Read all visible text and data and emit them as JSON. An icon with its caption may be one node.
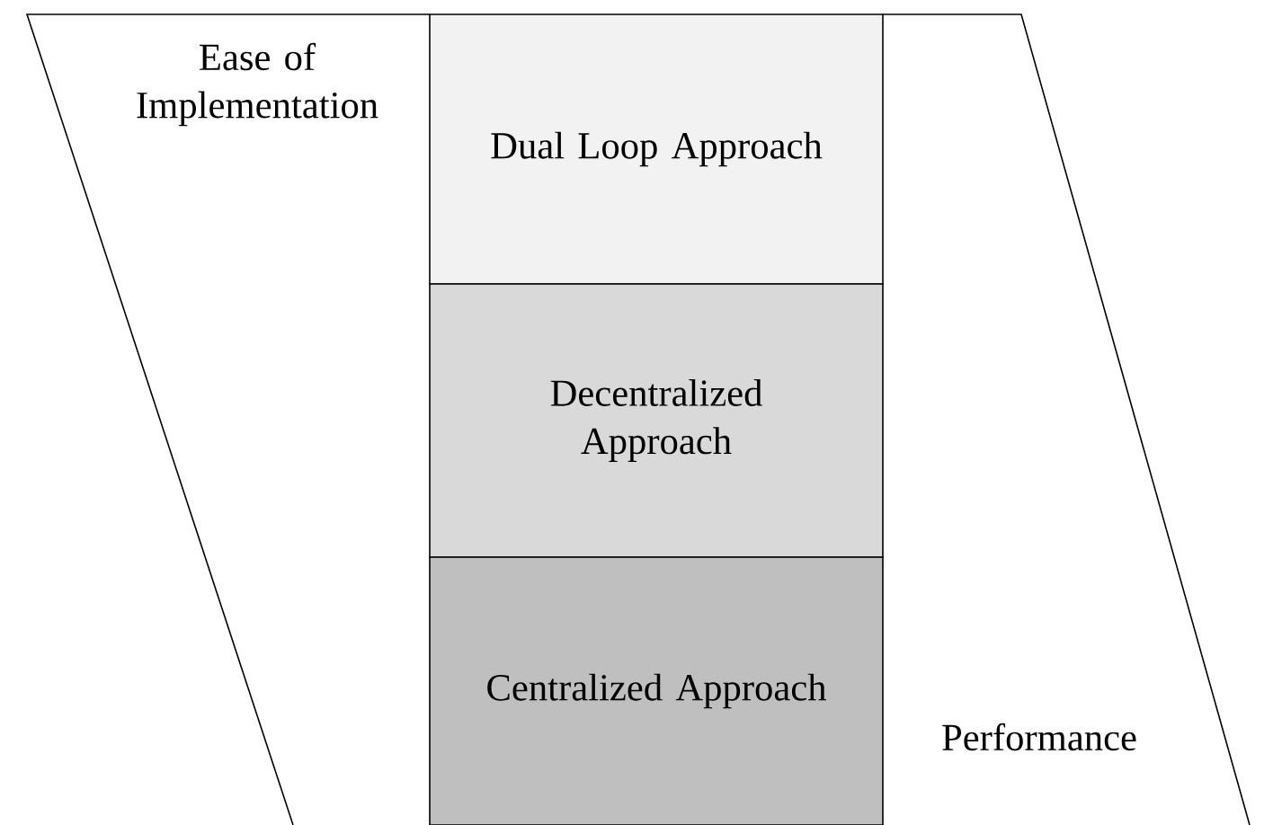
{
  "diagram": {
    "nodes": [
      {
        "text": [
          "Ease of Implementation"
        ]
      },
      {
        "text": [
          "Dual Loop Approach"
        ]
      },
      {
        "text": [
          "Decentralized Approach"
        ]
      },
      {
        "text": [
          "Centralized Approach"
        ]
      },
      {
        "text": [
          "Performance"
        ]
      }
    ]
  }
}
